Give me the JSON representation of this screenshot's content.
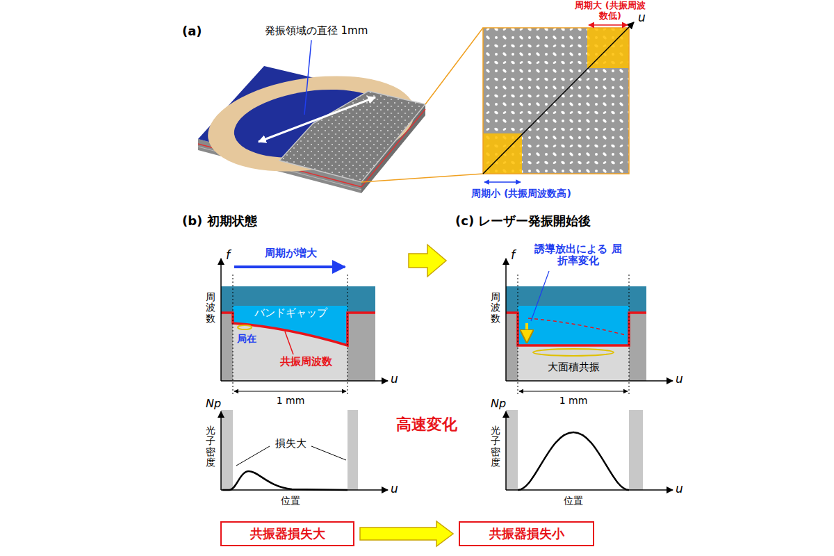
{
  "diagram": {
    "nodes": [
      {
        "text": [
          "共振器損失大"
        ]
      },
      {
        "text": [
          "共振器損失小"
        ]
      }
    ],
    "edges": [
      {
        "from": 0,
        "to": 1,
        "arrow": "to"
      }
    ],
    "labels": [
      "(a)",
      "発振領域の直径 1mm",
      "周期大 (共振周波数低)",
      "u",
      "周期小 (共振周波数高)",
      "(b) 初期状態",
      "f",
      "周期が増大",
      "周波数",
      "バンドギャップ",
      "局在",
      "共振周波数",
      "u",
      "1 mm",
      "Np",
      "光子密度",
      "損失大",
      "位置",
      "u",
      "(c) レーザー発振開始後",
      "f",
      "誘導放出による 屈折率変化",
      "周波数",
      "大面積共振",
      "u",
      "1 mm",
      "Np",
      "光子密度",
      "位置",
      "u",
      "高速変化"
    ]
  }
}
